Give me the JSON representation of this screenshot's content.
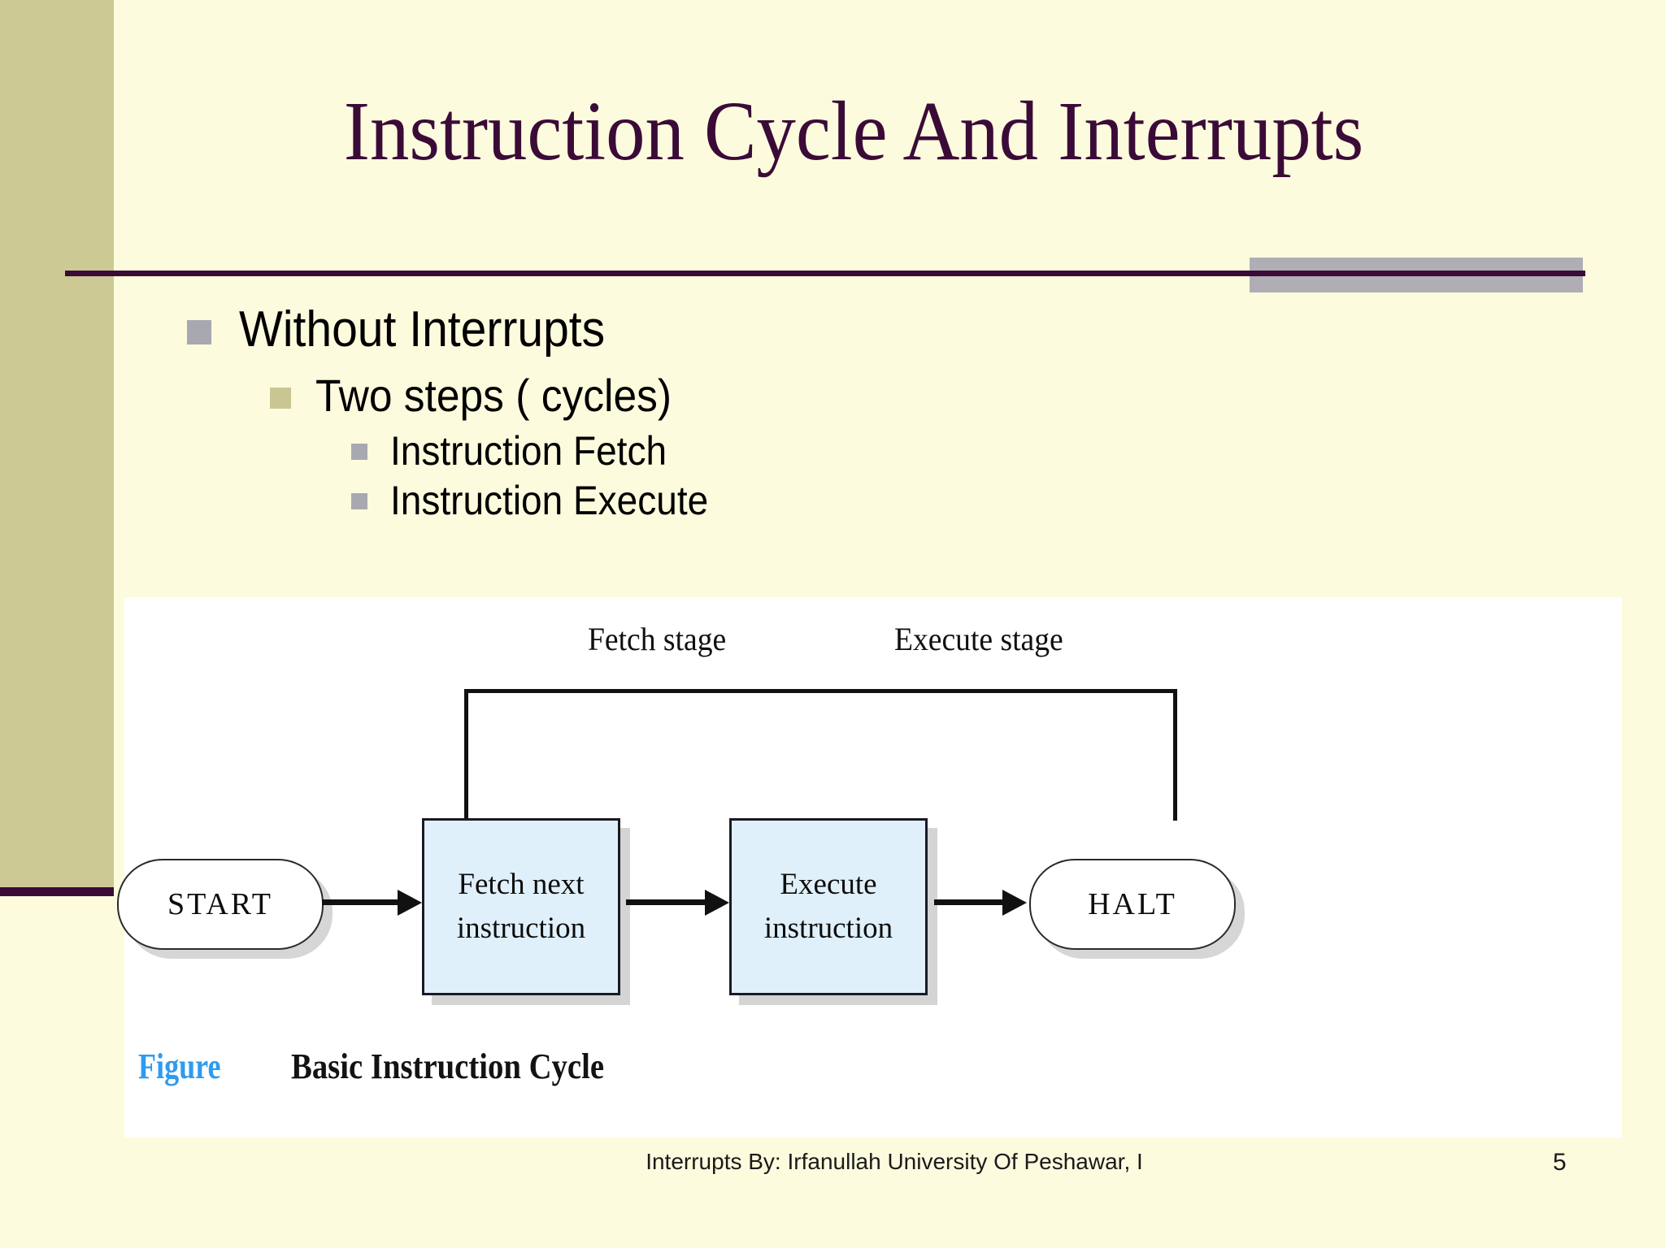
{
  "slide": {
    "title": "Instruction Cycle And Interrupts",
    "accent_color": "#3b0b38",
    "background_color": "#fcfbdd",
    "sidebar_color": "#cdc994",
    "title_block_color": "#b0aeb5"
  },
  "bullets": [
    {
      "level": 1,
      "text": "Without Interrupts",
      "bullet_color": "#a8a8b0"
    },
    {
      "level": 2,
      "text": "Two steps ( cycles)",
      "bullet_color": "#c9c694"
    },
    {
      "level": 3,
      "text": "Instruction Fetch",
      "bullet_color": "#a8a8b0"
    },
    {
      "level": 3,
      "text": "Instruction Execute",
      "bullet_color": "#a8a8b0"
    }
  ],
  "figure": {
    "stage_labels": {
      "fetch": "Fetch stage",
      "execute": "Execute stage"
    },
    "nodes": {
      "start": "START",
      "fetch_box_line1": "Fetch next",
      "fetch_box_line2": "instruction",
      "execute_box_line1": "Execute",
      "execute_box_line2": "instruction",
      "halt": "HALT"
    },
    "caption_label": "Figure",
    "caption_label_color": "#2e9bf0",
    "caption_title": "Basic Instruction Cycle",
    "box_fill_color": "#e0f0fb"
  },
  "footer": {
    "text": "Interrupts  By: Irfanullah University Of Peshawar, I",
    "page_number": "5"
  }
}
